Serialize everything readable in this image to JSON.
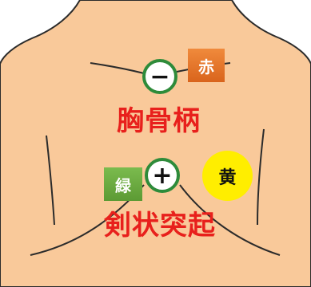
{
  "landmarks": {
    "sternal_manubrium": "胸骨柄",
    "xiphoid_process": "剣状突起"
  },
  "electrodes": {
    "negative": {
      "symbol": "−"
    },
    "positive": {
      "symbol": "+"
    }
  },
  "color_tags": {
    "red": {
      "label": "赤",
      "color": "#e5762a"
    },
    "green": {
      "label": "緑",
      "color": "#5c9a34"
    },
    "yellow": {
      "label": "黄",
      "color": "#ffee00"
    }
  },
  "colors": {
    "skin": "#f9c99a",
    "label_text": "#e8201c",
    "electrode_ring": "#2e8b3a"
  }
}
